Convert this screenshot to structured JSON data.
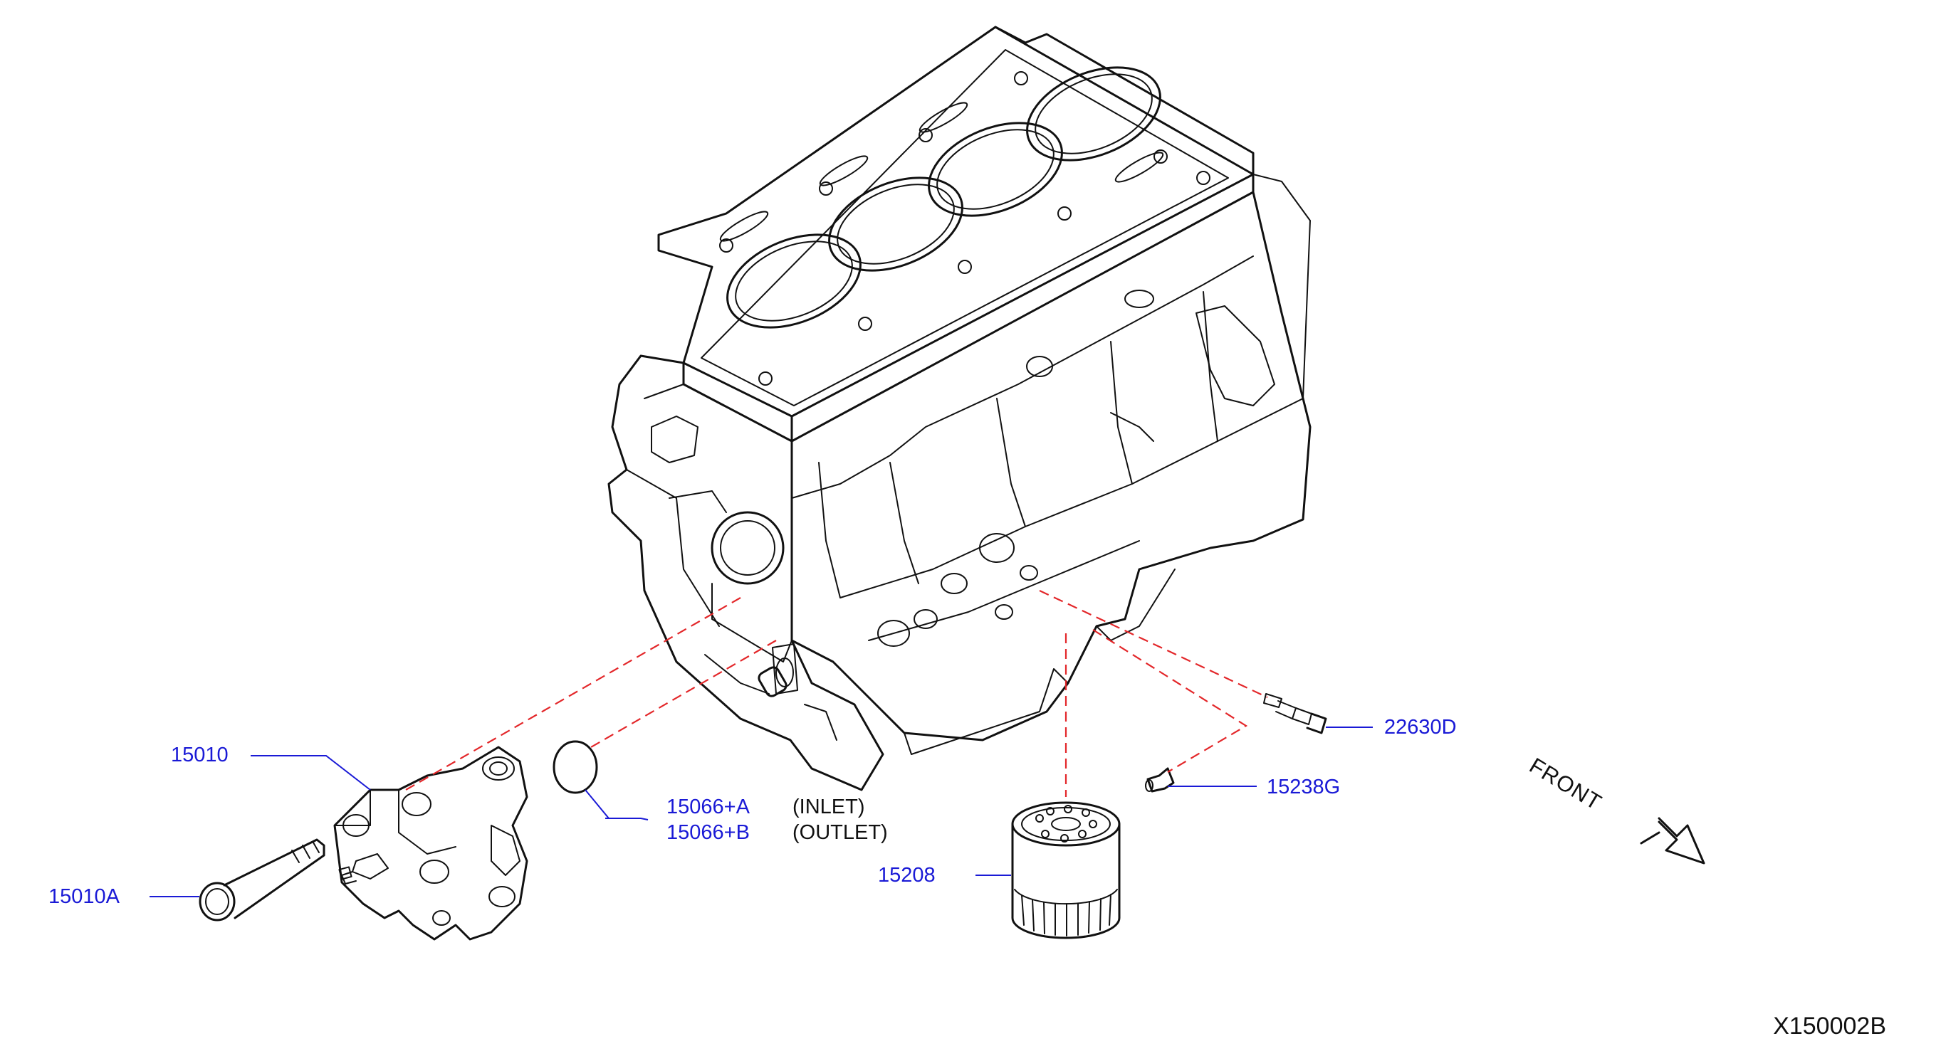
{
  "colors": {
    "part_number": "#1a1ad6",
    "linework": "#111111",
    "leader_dashed": "#e3272a"
  },
  "labels": {
    "p15010": "15010",
    "p15010A": "15010A",
    "p15066A": "15066+A",
    "p15066B": "15066+B",
    "inlet": "(INLET)",
    "outlet": "(OUTLET)",
    "p15208": "15208",
    "p15238G": "15238G",
    "p22630D": "22630D"
  },
  "front": "FRONT",
  "diagram_id": "X150002B",
  "icons": {
    "front_arrow": "front-arrow-icon"
  }
}
